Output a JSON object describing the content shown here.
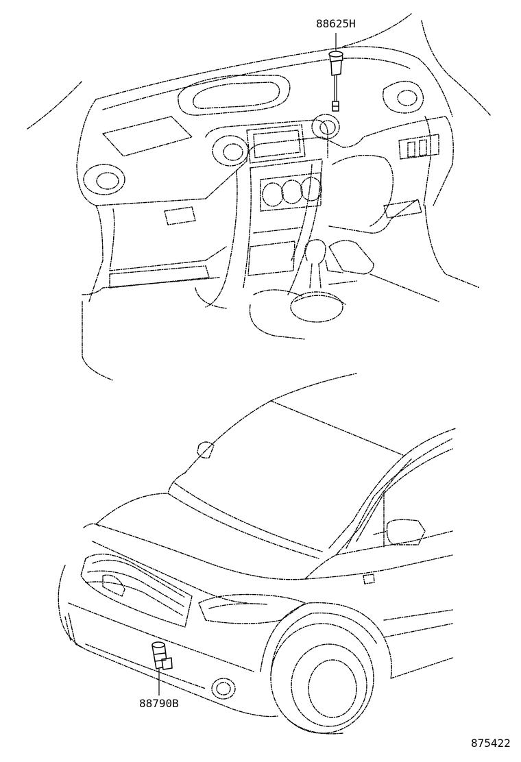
{
  "callouts": {
    "sensor_upper": "88625H",
    "sensor_lower": "88790B"
  },
  "illustration_number": "875422",
  "colors": {
    "ink": "#000000",
    "paper": "#ffffff"
  }
}
